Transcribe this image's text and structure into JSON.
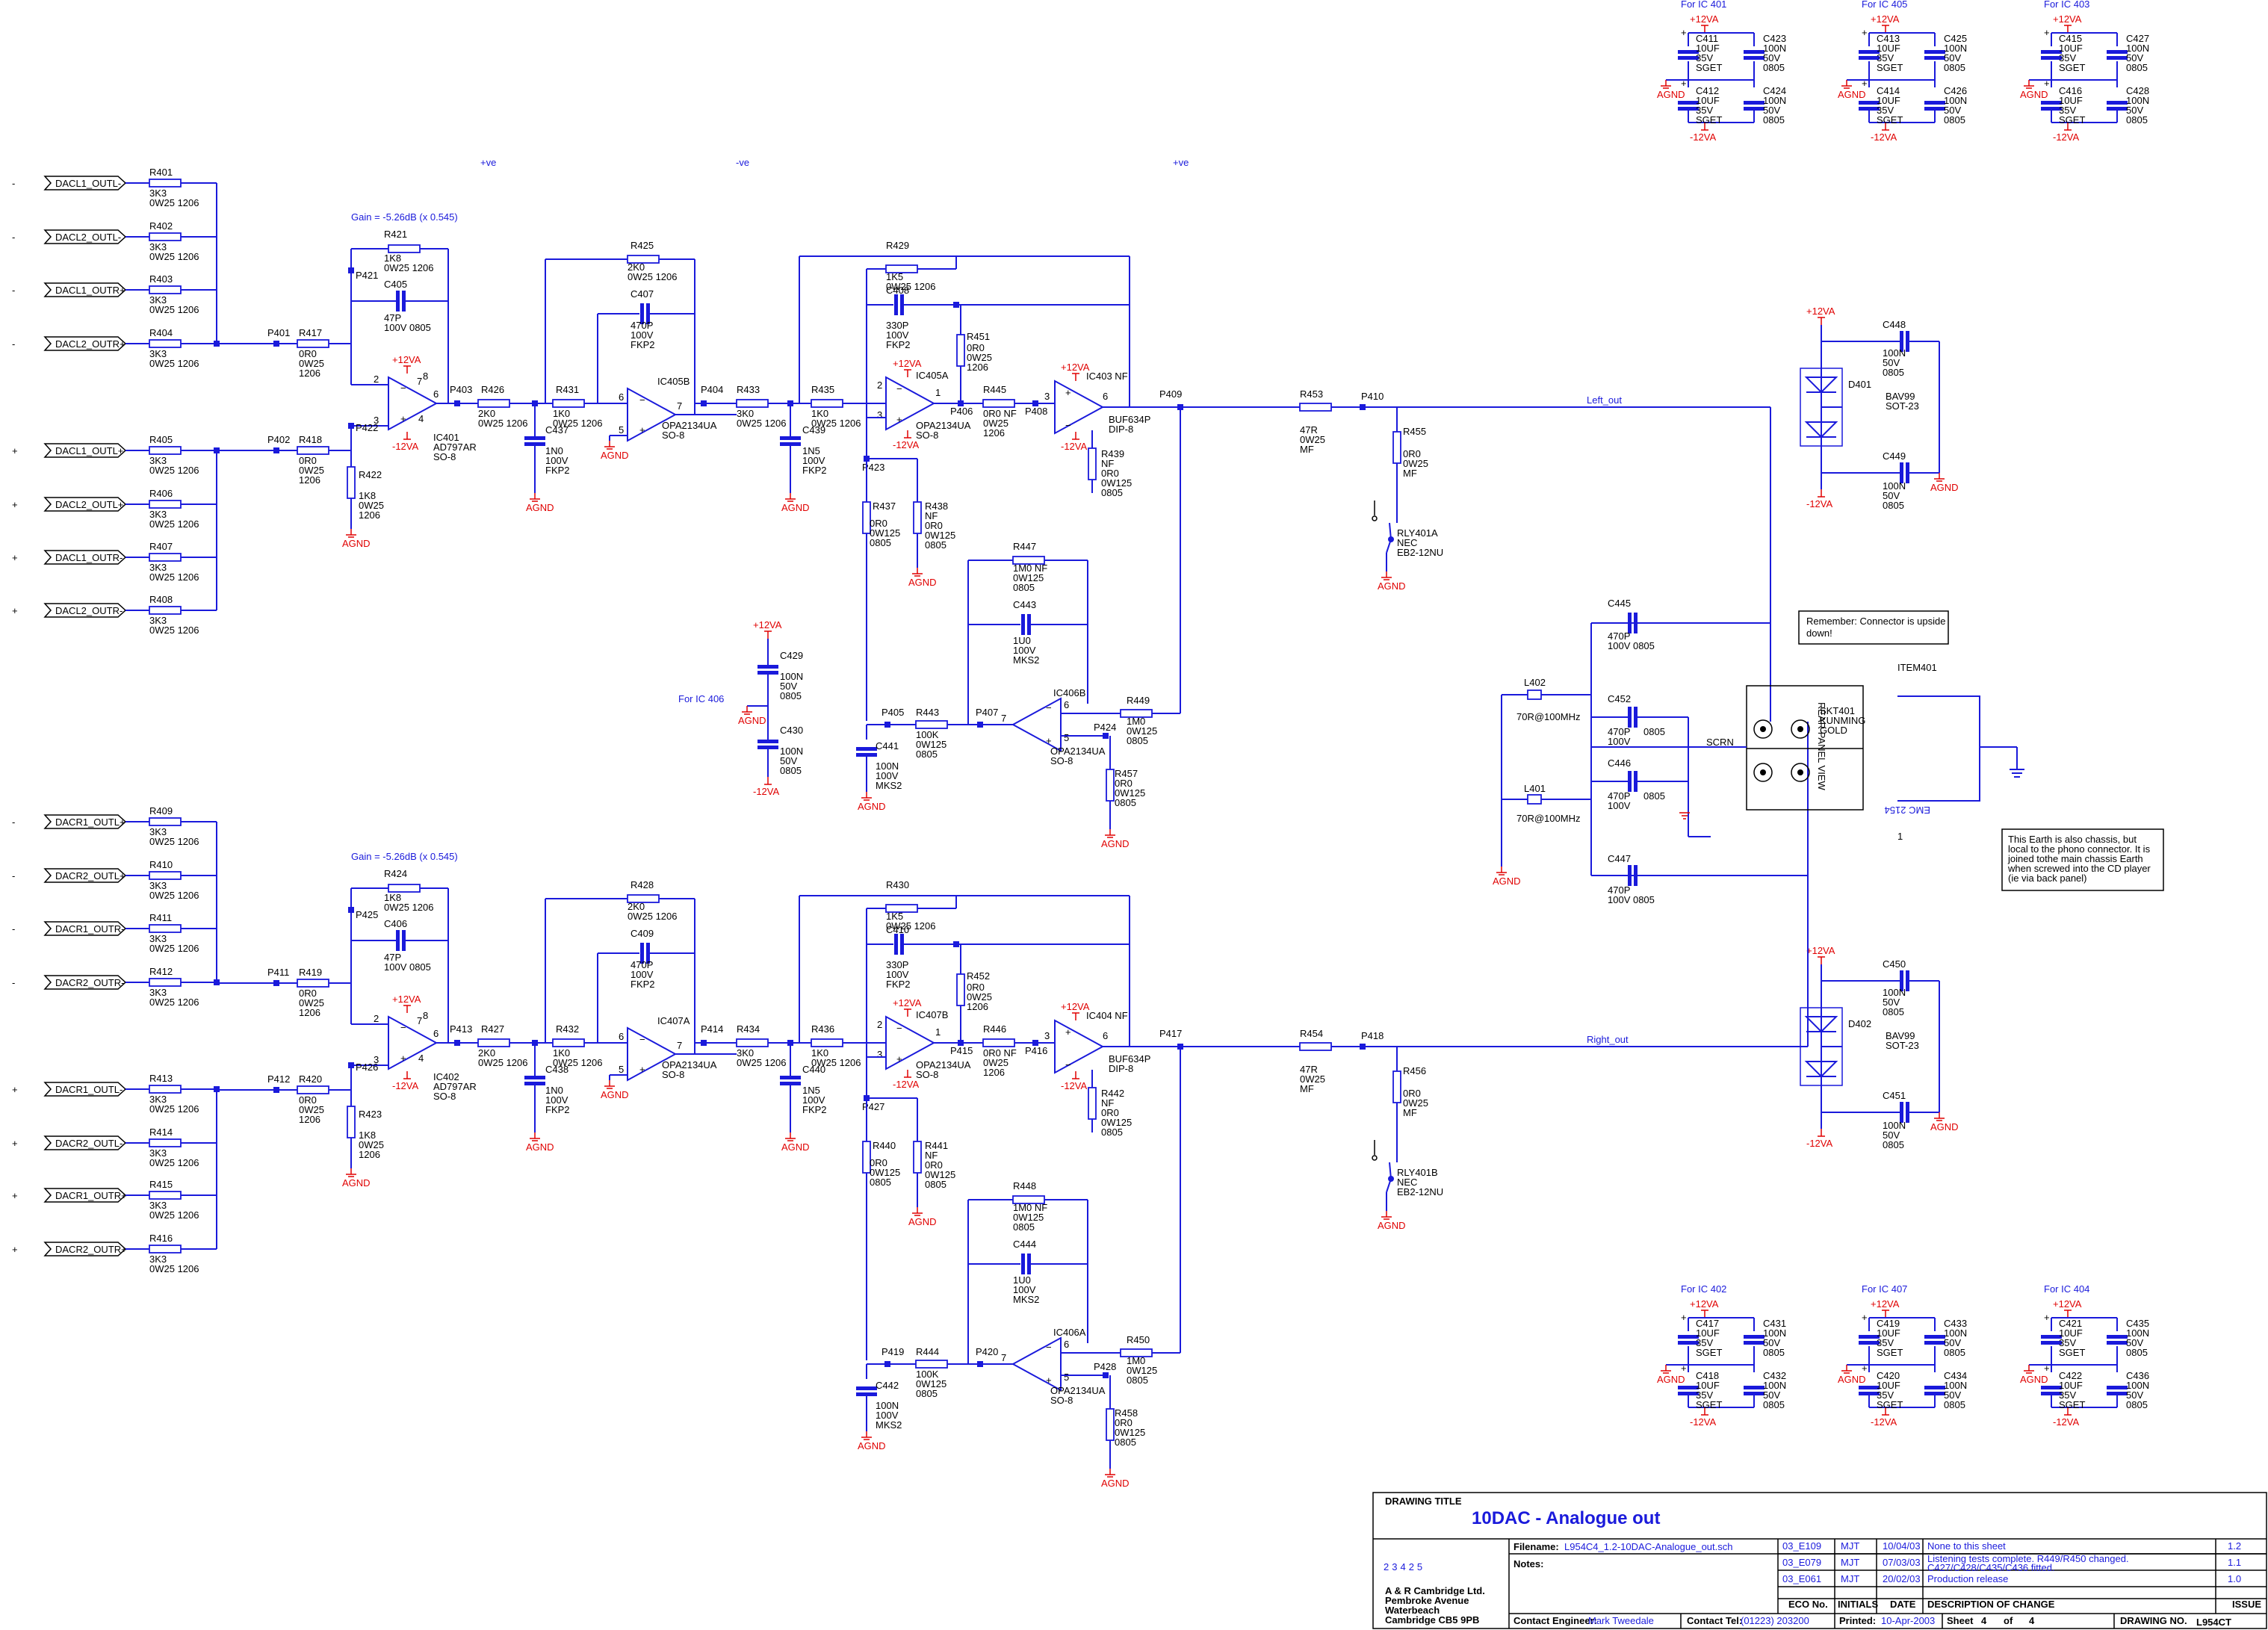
{
  "left_labels": {
    "top": [
      {
        "sign": "-",
        "net": "DACL1_OUTL-",
        "ref": "R401"
      },
      {
        "sign": "-",
        "net": "DACL2_OUTL-",
        "ref": "R402"
      },
      {
        "sign": "-",
        "net": "DACL1_OUTR+",
        "ref": "R403"
      },
      {
        "sign": "-",
        "net": "DACL2_OUTR+",
        "ref": "R404"
      },
      {
        "sign": "+",
        "net": "DACL1_OUTL+",
        "ref": "R405"
      },
      {
        "sign": "+",
        "net": "DACL2_OUTL+",
        "ref": "R406"
      },
      {
        "sign": "+",
        "net": "DACL1_OUTR-",
        "ref": "R407"
      },
      {
        "sign": "+",
        "net": "DACL2_OUTR-",
        "ref": "R408"
      }
    ],
    "bottom": [
      {
        "sign": "-",
        "net": "DACR1_OUTL+",
        "ref": "R409"
      },
      {
        "sign": "-",
        "net": "DACR2_OUTL+",
        "ref": "R410"
      },
      {
        "sign": "-",
        "net": "DACR1_OUTR-",
        "ref": "R411"
      },
      {
        "sign": "-",
        "net": "DACR2_OUTR-",
        "ref": "R412"
      },
      {
        "sign": "+",
        "net": "DACR1_OUTL-",
        "ref": "R413"
      },
      {
        "sign": "+",
        "net": "DACR2_OUTL-",
        "ref": "R414"
      },
      {
        "sign": "+",
        "net": "DACR1_OUTR+",
        "ref": "R415"
      },
      {
        "sign": "+",
        "net": "DACR2_OUTR+",
        "ref": "R416"
      }
    ],
    "input_res_value": "3K3",
    "input_res_spec": "0W25  1206"
  },
  "polarity": {
    "pve1": "+ve",
    "nve": "-ve",
    "pve2": "+ve"
  },
  "gain_note": "Gain = -5.26dB (x 0.545)",
  "channels": {
    "left": {
      "p_in_a": "P401",
      "p_in_b": "P402",
      "r_in_a": "R417",
      "r_in_b": "R418",
      "r_gnd": "R422",
      "r_fb": "R421",
      "c_fb": "C405",
      "p_fb": "P421",
      "p_inp": "P422",
      "ic1": "IC401",
      "ic1_model": "AD797AR",
      "p_out1": "P403",
      "r2": "R426",
      "c2": "C437",
      "r3": "R431",
      "r3fb": "R425",
      "c3fb": "C407",
      "ic2": "IC405B",
      "p_out2": "P404",
      "r4": "R433",
      "c4": "C439",
      "r5": "R435",
      "r5fb": "R429",
      "c5fb": "C408",
      "ic3": "IC405A",
      "r6": "R451",
      "p_mid": "P406",
      "r7": "R445",
      "p_nf": "P408",
      "ic4": "IC403",
      "r8": "R439",
      "p_out": "P409",
      "r_series": "R453",
      "p_out_b": "P410",
      "r_shunt": "R455",
      "rly": "RLY401A",
      "p_inv": "P423",
      "r9": "R437",
      "r10": "R438",
      "r11": "R447",
      "c11": "C443",
      "p_s1": "P405",
      "r12": "R443",
      "p_s2": "P407",
      "ic5": "IC406B",
      "p_s3": "P424",
      "r13": "R449",
      "r14": "R457",
      "c_s": "C441",
      "out_net": "Left_out"
    },
    "right": {
      "p_in_a": "P411",
      "p_in_b": "P412",
      "r_in_a": "R419",
      "r_in_b": "R420",
      "r_gnd": "R423",
      "r_fb": "R424",
      "c_fb": "C406",
      "p_fb": "P425",
      "p_inp": "P426",
      "ic1": "IC402",
      "ic1_model": "AD797AR",
      "p_out1": "P413",
      "r2": "R427",
      "c2": "C438",
      "r3": "R432",
      "r3fb": "R428",
      "c3fb": "C409",
      "ic2": "IC407A",
      "p_out2": "P414",
      "r4": "R434",
      "c4": "C440",
      "r5": "R436",
      "r5fb": "R430",
      "c5fb": "C410",
      "ic3": "IC407B",
      "r6": "R452",
      "p_mid": "P415",
      "r7": "R446",
      "p_nf": "P416",
      "ic4": "IC404",
      "r8": "R442",
      "p_out": "P417",
      "r_series": "R454",
      "p_out_b": "P418",
      "r_shunt": "R456",
      "rly": "RLY401B",
      "p_inv": "P427",
      "r9": "R440",
      "r10": "R441",
      "r11": "R448",
      "c11": "C444",
      "p_s1": "P419",
      "r12": "R444",
      "p_s2": "P420",
      "ic5": "IC406A",
      "p_s3": "P428",
      "r13": "R450",
      "r14": "R458",
      "c_s": "C442",
      "out_net": "Right_out"
    }
  },
  "values": {
    "r_in": "0R0",
    "r_in_spec": "0W25",
    "r_in_pkg": "1206",
    "r_gnd": "1K8",
    "r_fb": "1K8",
    "r_fb_spec": "0W25 1206",
    "c_fb": "47P",
    "c_fb_spec": "100V  0805",
    "ic1_pkg": "SO-8",
    "r2": "2K0",
    "r2_spec": "0W25 1206",
    "c2": "1N0",
    "c2_v": "100V",
    "c2_t": "FKP2",
    "r3": "1K0",
    "r3_spec": "0W25 1206",
    "r3fb": "2K0",
    "r3fb_spec": "0W25 1206",
    "c3fb": "470P",
    "c3fb_v": "100V",
    "c3fb_t": "FKP2",
    "ic2_model": "OPA2134UA",
    "ic2_pkg": "SO-8",
    "r4": "3K0",
    "r4_spec": "0W25 1206",
    "c4": "1N5",
    "c4_v": "100V",
    "c4_t": "FKP2",
    "r5": "1K0",
    "r5_spec": "0W25 1206",
    "r5fb": "1K5",
    "r5fb_spec": "0W25 1206",
    "c5fb": "330P",
    "c5fb_v": "100V",
    "c5fb_t": "FKP2",
    "r6": "0R0",
    "r6_spec": "0W25",
    "r6_pkg": "1206",
    "r7": "0R0",
    "r7_nf": "NF",
    "r7_spec": "0W25",
    "r7_pkg": "1206",
    "ic4_nf": "NF",
    "ic4_model": "BUF634P",
    "ic4_pkg": "DIP-8",
    "r8_nf": "NF",
    "r8": "0R0",
    "r8_spec": "0W125",
    "r8_pkg": "0805",
    "r_series": "47R",
    "r_series_spec": "0W25",
    "r_series_t": "MF",
    "r_shunt": "0R0",
    "r_shunt_spec": "0W25",
    "r_shunt_t": "MF",
    "rly_maker": "NEC",
    "rly_model": "EB2-12NU",
    "r9": "0R0",
    "r9_spec": "0W125",
    "r9_pkg": "0805",
    "r10_nf": "NF",
    "r10": "0R0",
    "r10_spec": "0W125",
    "r10_pkg": "0805",
    "r11": "1M0",
    "r11_nf": "NF",
    "r11_spec": "0W125",
    "r11_pkg": "0805",
    "c11": "1U0",
    "c11_v": "100V",
    "c11_t": "MKS2",
    "r12": "100K",
    "r12_spec": "0W125",
    "r12_pkg": "0805",
    "r13": "1M0",
    "r13_spec": "0W125",
    "r13_pkg": "0805",
    "r14": "0R0",
    "r14_spec": "0W125",
    "r14_pkg": "0805",
    "c_s": "100N",
    "c_s_v": "100V",
    "c_s_t": "MKS2"
  },
  "power": {
    "p12": "+12VA",
    "n12": "-12VA",
    "agnd": "AGND"
  },
  "ic406_decoupling": {
    "label": "For IC 406",
    "c1": "C429",
    "c2": "C430",
    "val": "100N",
    "v": "50V",
    "pkg": "0805"
  },
  "decoupling_blocks": [
    {
      "label": "For IC 401",
      "e1": "C411",
      "e2": "C412",
      "c1": "C423",
      "c2": "C424"
    },
    {
      "label": "For IC 405",
      "e1": "C413",
      "e2": "C414",
      "c1": "C425",
      "c2": "C426"
    },
    {
      "label": "For IC 403",
      "e1": "C415",
      "e2": "C416",
      "c1": "C427",
      "c2": "C428"
    },
    {
      "label": "For IC 402",
      "e1": "C417",
      "e2": "C418",
      "c1": "C431",
      "c2": "C432"
    },
    {
      "label": "For IC 407",
      "e1": "C419",
      "e2": "C420",
      "c1": "C433",
      "c2": "C434"
    },
    {
      "label": "For IC 404",
      "e1": "C421",
      "e2": "C422",
      "c1": "C435",
      "c2": "C436"
    }
  ],
  "decoupling_values": {
    "e": "10UF",
    "e_v": "35V",
    "e_t": "SGET",
    "c": "100N",
    "c_v": "50V",
    "c_pkg": "0805"
  },
  "protection": {
    "left": {
      "diode": "D401",
      "c_top": "C448",
      "c_bot": "C449"
    },
    "right": {
      "diode": "D402",
      "c_top": "C450",
      "c_bot": "C451"
    },
    "diode_model": "BAV99",
    "diode_pkg": "SOT-23",
    "c_val": "100N",
    "c_v": "50V",
    "c_pkg": "0805"
  },
  "connector": {
    "ref": "SKT401",
    "maker": "KUNMING",
    "finish": "GOLD",
    "side_text": "REAR PANEL VIEW",
    "scrn": "SCRN",
    "l1": "L402",
    "l2": "L401",
    "l_val": "70R@100MHz",
    "caps": [
      {
        "ref": "C445",
        "val": "470P",
        "spec": "100V  0805"
      },
      {
        "ref": "C452",
        "val": "470P",
        "spec": "0805",
        "v": "100V"
      },
      {
        "ref": "C446",
        "val": "470P",
        "spec": "0805",
        "v": "100V"
      },
      {
        "ref": "C447",
        "val": "470P",
        "spec": "100V  0805"
      }
    ],
    "note1": "Remember:  Connector is upside down!",
    "item": "ITEM401",
    "item_pin": "1",
    "item_mirror": "EMC 2154",
    "note2": "This Earth is also chassis, but local to the phono connector.  It is joined tothe main chassis Earth when screwed into the CD player (ie via back panel)"
  },
  "title_block": {
    "drawing_title_label": "DRAWING TITLE",
    "drawing_title": "10DAC - Analogue out",
    "number": "23425",
    "company": [
      "A & R Cambridge Ltd.",
      "Pembroke Avenue",
      "Waterbeach",
      "Cambridge CB5 9PB"
    ],
    "filename_label": "Filename:",
    "filename": "L954C4_1.2-10DAC-Analogue_out.sch",
    "notes_label": "Notes:",
    "revisions": [
      {
        "eco": "03_E109",
        "init": "MJT",
        "date": "10/04/03",
        "desc": "None to this sheet",
        "issue": "1.2"
      },
      {
        "eco": "03_E079",
        "init": "MJT",
        "date": "07/03/03",
        "desc": "Listening tests complete.  R449/R450 changed. C427/C428/C435/C436 fitted.",
        "issue": "1.1"
      },
      {
        "eco": "03_E061",
        "init": "MJT",
        "date": "20/02/03",
        "desc": "Production release",
        "issue": "1.0"
      }
    ],
    "col_eco": "ECO No.",
    "col_init": "INITIALS",
    "col_date": "DATE",
    "col_desc": "DESCRIPTION OF CHANGE",
    "col_issue": "ISSUE",
    "contact_eng_label": "Contact Engineer:",
    "contact_eng": "Mark Tweedale",
    "contact_tel_label": "Contact Tel:",
    "contact_tel": "(01223) 203200",
    "printed_label": "Printed:",
    "printed": "10-Apr-2003",
    "sheet_label": "Sheet",
    "sheet": "4",
    "of_label": "of",
    "sheets": "4",
    "drawing_no_label": "DRAWING NO.",
    "drawing_no": "L954CT"
  }
}
